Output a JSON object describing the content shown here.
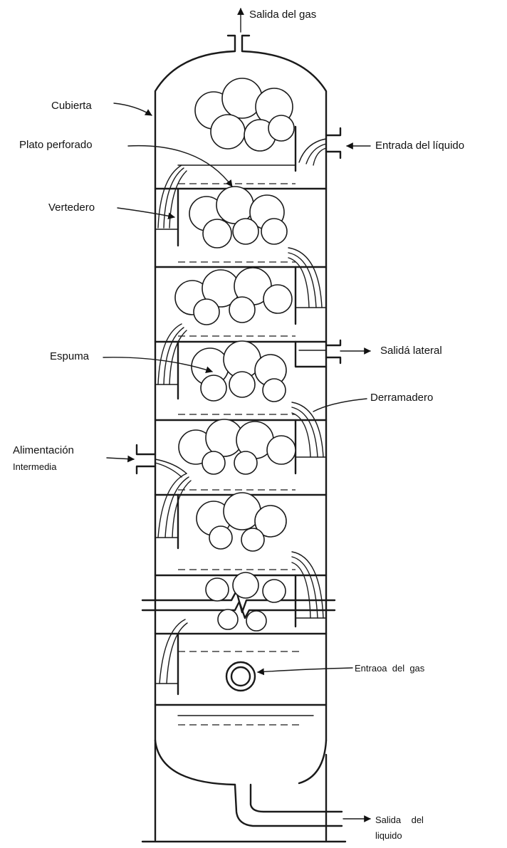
{
  "labels": {
    "gas_outlet": "Salida del gas",
    "shell": "Cubierta",
    "perforated_tray": "Plato perforado",
    "liquid_inlet": "Entrada del líquido",
    "weir": "Vertedero",
    "side_outlet": "Salidá lateral",
    "foam": "Espuma",
    "downcomer": "Derramadero",
    "intermediate_feed_line1": "Alimentación",
    "intermediate_feed_line2": "Intermedia",
    "gas_inlet": "Entraoa  del  gas",
    "liquid_outlet_line1": "Salida    del",
    "liquid_outlet_line2": "liquido"
  },
  "colors": {
    "ink": "#1a1a1a",
    "background": "#ffffff"
  }
}
